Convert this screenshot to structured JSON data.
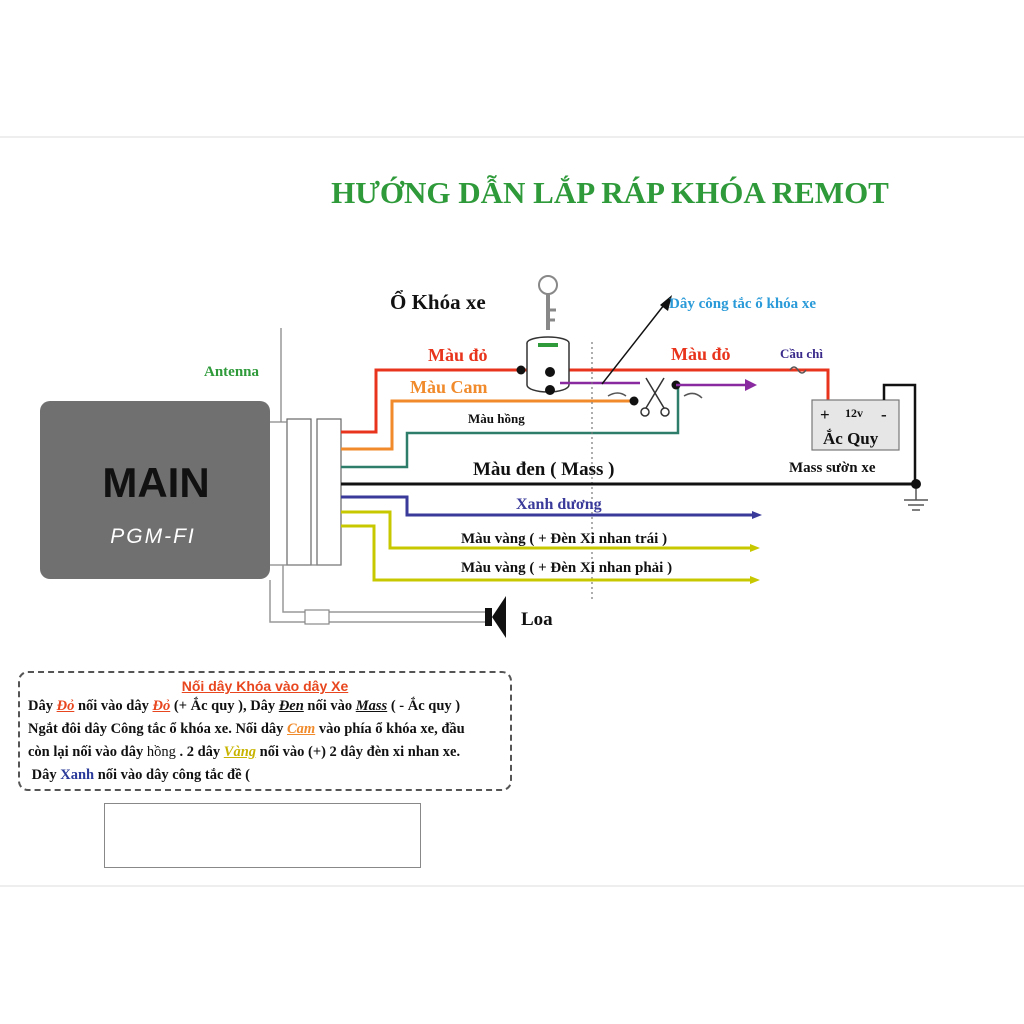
{
  "title": "HƯỚNG DẪN LẮP RÁP KHÓA REMOT",
  "main_unit": {
    "label": "MAIN",
    "model": "PGM-FI"
  },
  "labels": {
    "antenna": "Antenna",
    "ignition_lock": "Ổ Khóa xe",
    "ignition_switch_wire": "Dây công tắc ổ khóa xe",
    "red_left": "Màu đỏ",
    "red_right": "Màu đỏ",
    "fuse": "Cầu chì",
    "orange": "Màu Cam",
    "pink": "Màu hồng",
    "battery_voltage": "12v",
    "battery_plus": "+",
    "battery_minus": "-",
    "battery": "Ắc Quy",
    "black": "Màu đen ( Mass )",
    "chassis_ground": "Mass sườn xe",
    "blue": "Xanh dương",
    "yellow_left": "Màu vàng ( + Đèn Xi nhan trái )",
    "yellow_right": "Màu vàng ( + Đèn Xi nhan phải )",
    "speaker": "Loa"
  },
  "colors": {
    "title": "#2e9a3a",
    "antenna": "#2e9a3a",
    "red": "#e8341c",
    "orange": "#f08a2a",
    "teal": "#2e7d6a",
    "black": "#111111",
    "blue": "#3a3a9a",
    "yellow": "#c8c800",
    "purple": "#8a2aa0",
    "cyan_label": "#2a9ad8",
    "main_box": "#707070"
  },
  "note": {
    "heading": "Nối dây Khóa vào dây Xe",
    "line1": {
      "a": "Dây ",
      "b": "Đỏ",
      "c": " nối vào dây ",
      "d": "Đỏ",
      "e": " (+ Ắc quy ), Dây ",
      "f": "Đen",
      "g": " nối vào ",
      "h": "Mass",
      "i": " ( - Ắc quy )"
    },
    "line2": {
      "a": "Ngắt đôi dây Công tắc ổ khóa xe. Nối dây ",
      "b": "Cam",
      "c": " vào phía ổ khóa xe, đầu"
    },
    "line3": {
      "a": "còn lại nối vào dây ",
      "b": "hồng",
      "c": " . 2 dây ",
      "d": "Vàng",
      "e": " nối vào (+) 2 dây đèn xi nhan xe."
    },
    "line4": {
      "a": "Dây ",
      "b": "Xanh",
      "c": " nối vào dây công tắc đề ("
    }
  }
}
